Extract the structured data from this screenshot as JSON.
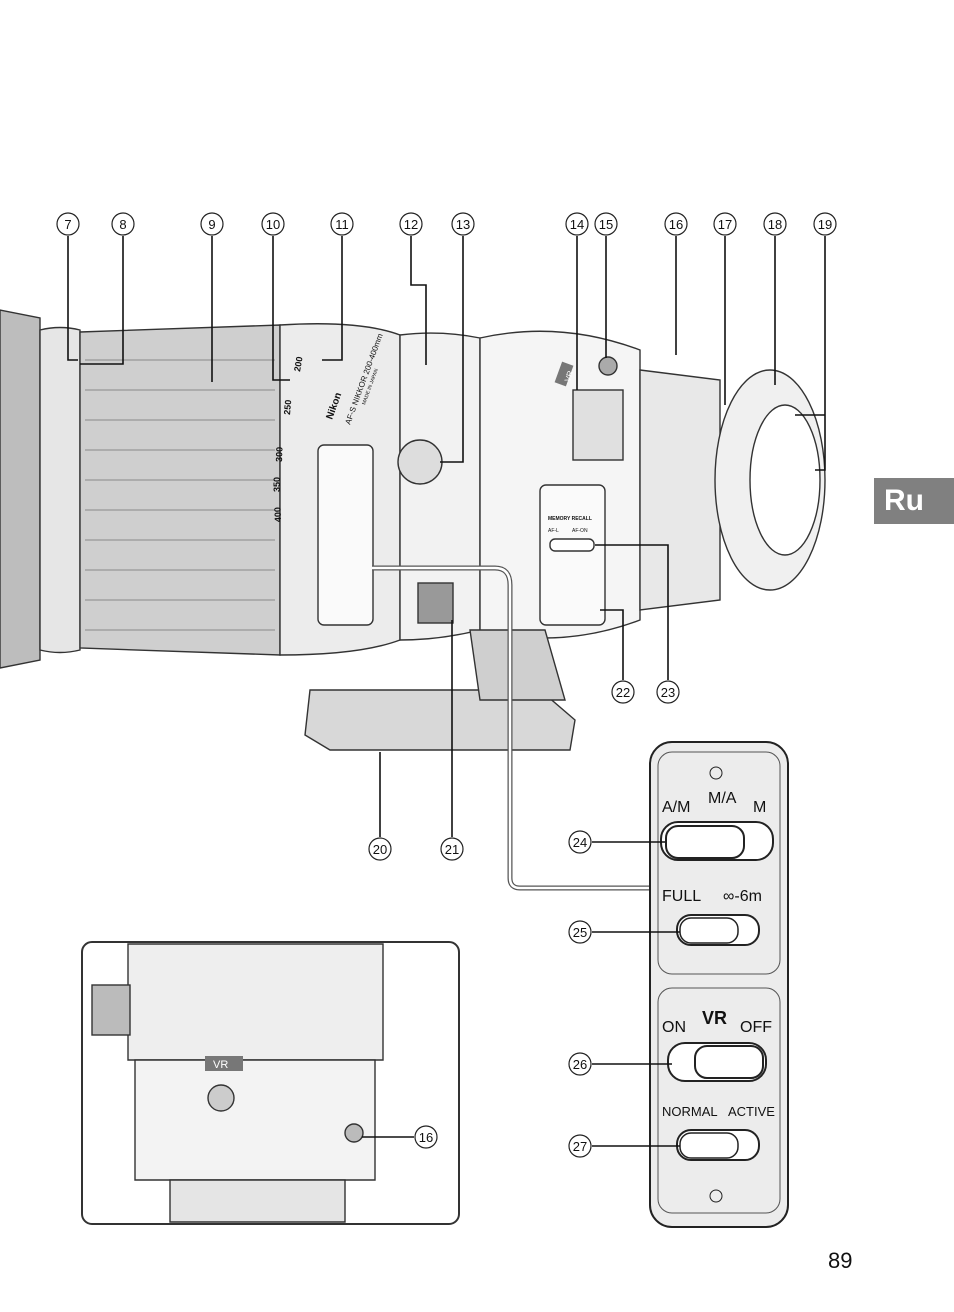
{
  "page": {
    "language_tab": "Ru",
    "page_number": "89"
  },
  "callouts": [
    "7",
    "8",
    "9",
    "10",
    "11",
    "12",
    "13",
    "14",
    "15",
    "16",
    "17",
    "18",
    "19",
    "20",
    "21",
    "22",
    "23",
    "24",
    "25",
    "26",
    "27",
    "16"
  ],
  "lens": {
    "brand": "Nikon",
    "model": "AF-S NIKKOR 200-400mm",
    "made_in": "MADE IN JAPAN",
    "focal_scale": [
      "200",
      "250",
      "300",
      "350",
      "400"
    ],
    "vr_badge": "VR"
  },
  "switch_panel": {
    "focus_mode": {
      "left": "A/M",
      "center": "M/A",
      "right": "M"
    },
    "focus_limit": {
      "left": "FULL",
      "right": "∞-6m"
    },
    "vr": {
      "left": "ON",
      "center": "VR",
      "right": "OFF"
    },
    "vr_mode": {
      "left": "NORMAL",
      "right": "ACTIVE"
    }
  },
  "memory_panel": {
    "title": "MEMORY RECALL",
    "left": "AF-L",
    "right": "AF-ON"
  },
  "inset": {
    "vr_badge": "VR"
  }
}
